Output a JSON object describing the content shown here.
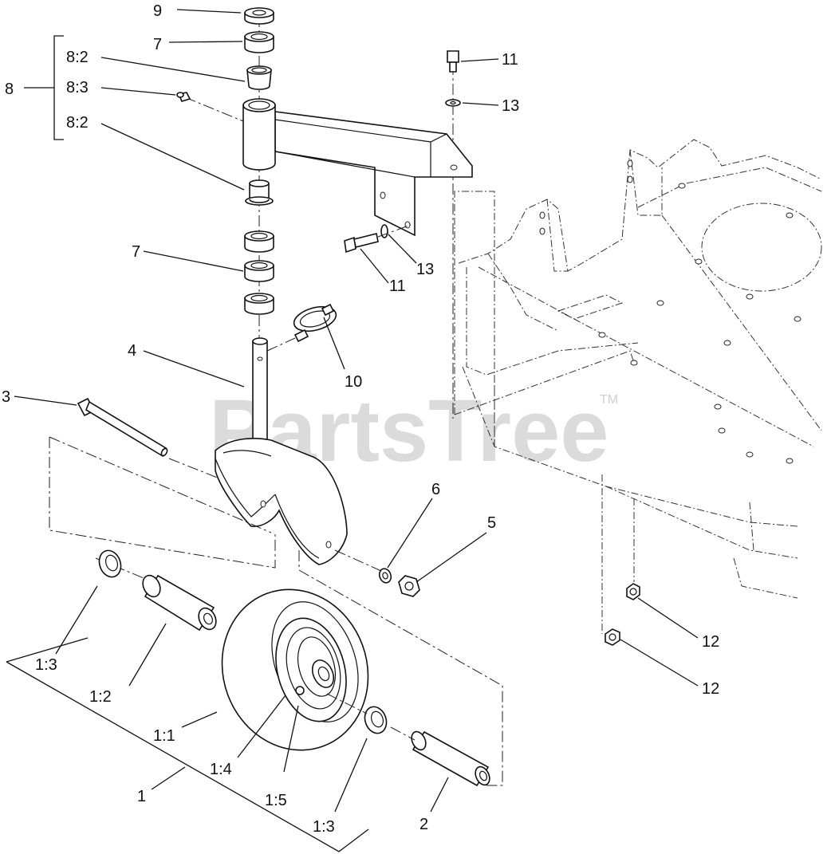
{
  "watermark": {
    "text": "PartsTree",
    "trademark": "TM"
  },
  "labels": {
    "l9": "9",
    "l7_top": "7",
    "l8": "8",
    "l8_2_top": "8:2",
    "l8_3": "8:3",
    "l8_2_bottom": "8:2",
    "l11_top": "11",
    "l13_top": "13",
    "l13_mid": "13",
    "l11_mid": "11",
    "l7_mid": "7",
    "l4": "4",
    "l10": "10",
    "l3": "3",
    "l6": "6",
    "l5": "5",
    "l1_3_left": "1:3",
    "l1_2": "1:2",
    "l1_1": "1:1",
    "l1_4": "1:4",
    "l1_5": "1:5",
    "l1_3_right": "1:3",
    "l1": "1",
    "l2": "2",
    "l12_top": "12",
    "l12_bottom": "12"
  }
}
